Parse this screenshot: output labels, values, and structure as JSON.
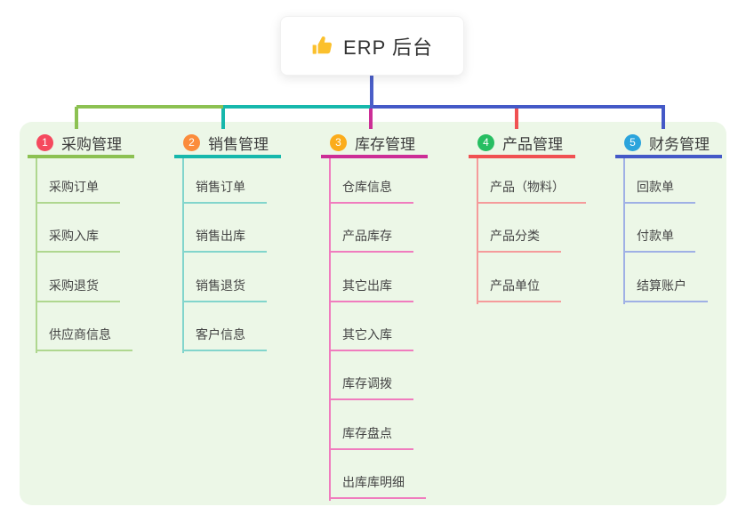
{
  "root": {
    "title": "ERP 后台",
    "icon": "thumbs-up-icon",
    "icon_color": "#FBC02D"
  },
  "canvas": {
    "background": "#FFFFFF",
    "panel_color": "#ECF7E7",
    "trunk_color": "#4A5EC8"
  },
  "branches": [
    {
      "index": "1",
      "title": "采购管理",
      "badge_color": "#F5495E",
      "line_color": "#8CC152",
      "child_line_color": "#AFD78F",
      "children": [
        "采购订单",
        "采购入库",
        "采购退货",
        "供应商信息"
      ]
    },
    {
      "index": "2",
      "title": "销售管理",
      "badge_color": "#FB8C3C",
      "line_color": "#16B8AC",
      "child_line_color": "#82D5CC",
      "children": [
        "销售订单",
        "销售出库",
        "销售退货",
        "客户信息"
      ]
    },
    {
      "index": "3",
      "title": "库存管理",
      "badge_color": "#FBAC1C",
      "line_color": "#CC2E96",
      "child_line_color": "#F07CBE",
      "children": [
        "仓库信息",
        "产品库存",
        "其它出库",
        "其它入库",
        "库存调拨",
        "库存盘点",
        "出库库明细"
      ]
    },
    {
      "index": "4",
      "title": "产品管理",
      "badge_color": "#27BE62",
      "line_color": "#F05152",
      "child_line_color": "#F59B9B",
      "children": [
        "产品（物料）",
        "产品分类",
        "产品单位"
      ]
    },
    {
      "index": "5",
      "title": "财务管理",
      "badge_color": "#2BA4DC",
      "line_color": "#4459C7",
      "child_line_color": "#9FB0E5",
      "children": [
        "回款单",
        "付款单",
        "结算账户"
      ]
    }
  ]
}
